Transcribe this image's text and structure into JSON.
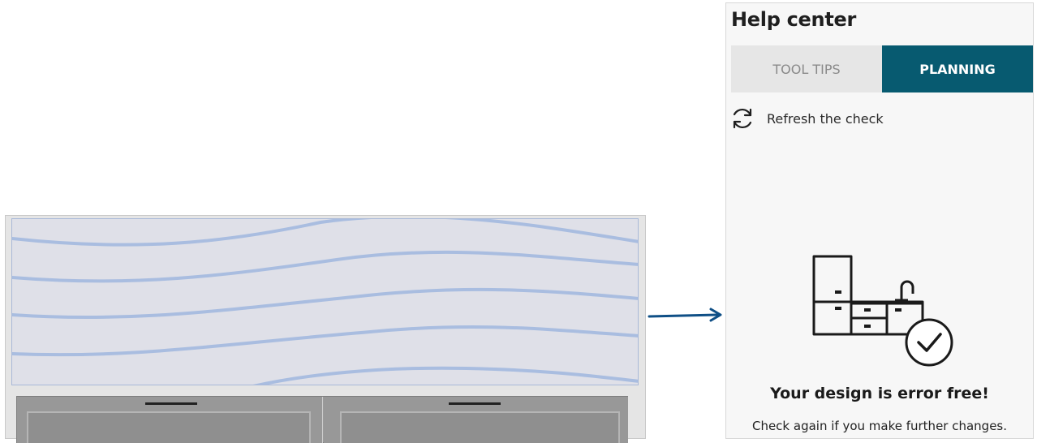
{
  "help_center": {
    "title": "Help center",
    "tabs": [
      {
        "label": "TOOL TIPS",
        "active": false
      },
      {
        "label": "PLANNING",
        "active": true
      }
    ],
    "refresh": {
      "label": "Refresh the check",
      "icon": "refresh-icon"
    },
    "illustration_icon": "kitchen-check-icon",
    "status": {
      "heading": "Your design is error free!",
      "message": "Check again if you make further changes."
    }
  },
  "colors": {
    "accent": "#075a70",
    "worktop": "#dfe0e8",
    "worktop_wave": "#a9bde0",
    "cabinet": "#9b9b9b",
    "arrow": "#0f4f86"
  },
  "icons": {
    "pointer": "arrow-right-icon",
    "handle": "cabinet-handle"
  }
}
